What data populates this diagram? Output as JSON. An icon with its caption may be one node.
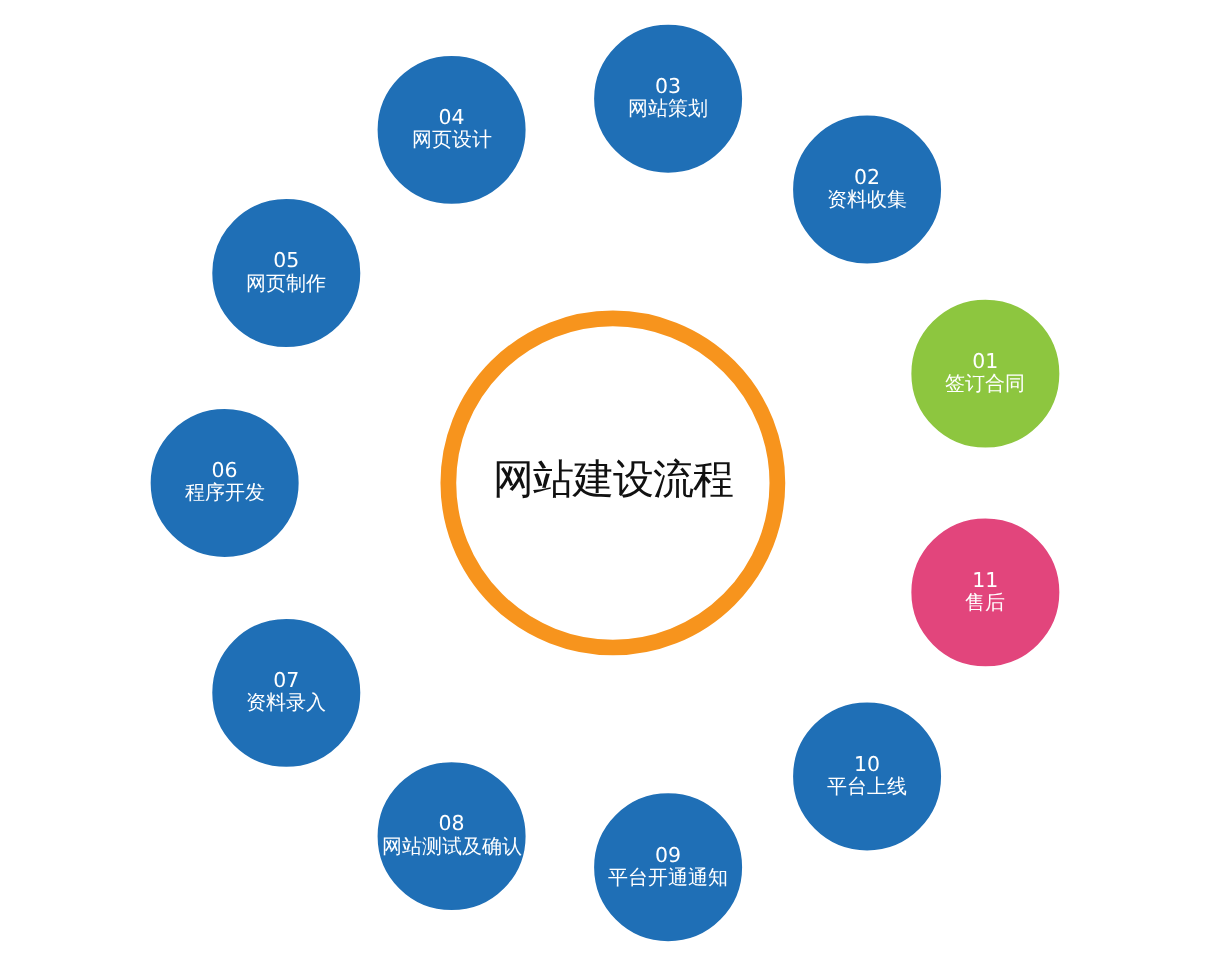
{
  "diagram": {
    "nodes": [
      {
        "text": [
          "网站建设流程"
        ]
      },
      {
        "text": [
          "01",
          "签订合同"
        ]
      },
      {
        "text": [
          "02",
          "资料收集"
        ]
      },
      {
        "text": [
          "03",
          "网站策划"
        ]
      },
      {
        "text": [
          "04",
          "网页设计"
        ]
      },
      {
        "text": [
          "05",
          "网页制作"
        ]
      },
      {
        "text": [
          "06",
          "程序开发"
        ]
      },
      {
        "text": [
          "07",
          "资料录入"
        ]
      },
      {
        "text": [
          "08",
          "网站测试及确认"
        ]
      },
      {
        "text": [
          "09",
          "平台开通通知"
        ]
      },
      {
        "text": [
          "10",
          "平台上线"
        ]
      },
      {
        "text": [
          "11",
          "售后"
        ]
      }
    ],
    "edges": []
  }
}
